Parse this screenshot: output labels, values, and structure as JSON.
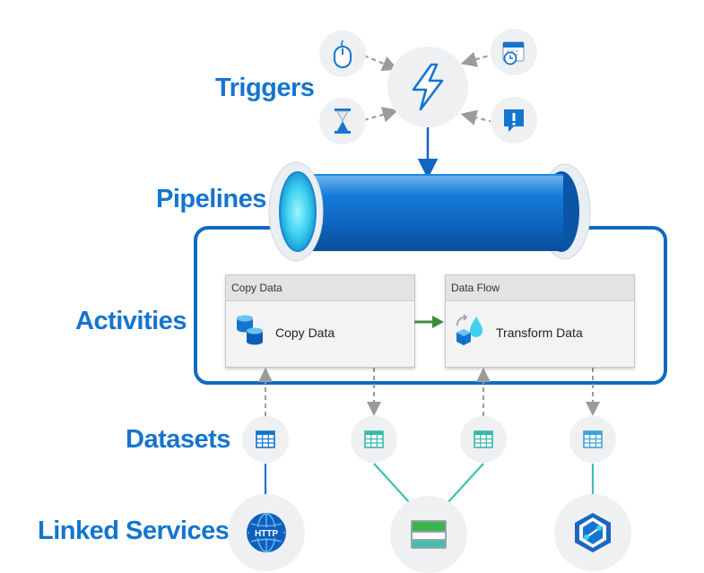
{
  "labels": {
    "triggers": "Triggers",
    "pipelines": "Pipelines",
    "activities": "Activities",
    "datasets": "Datasets",
    "linked_services": "Linked Services"
  },
  "activities": {
    "copy": {
      "header": "Copy Data",
      "title": "Copy Data"
    },
    "flow": {
      "header": "Data Flow",
      "title": "Transform Data"
    }
  },
  "linked_services": {
    "http_badge": "HTTP"
  },
  "icons": {
    "triggers": [
      "mouse-icon",
      "calendar-clock-icon",
      "hourglass-icon",
      "alert-icon",
      "lightning-icon"
    ],
    "datasets": [
      "table-icon"
    ],
    "linked_services": [
      "http-globe-icon",
      "storage-icon",
      "synapse-icon"
    ]
  },
  "colors": {
    "label_blue": "#1475cf",
    "pipe_blue": "#0f6fc6",
    "arrow_green": "#3e8d3e",
    "link_teal": "#3fbfb0",
    "dashed_gray": "#9b9b9b"
  }
}
